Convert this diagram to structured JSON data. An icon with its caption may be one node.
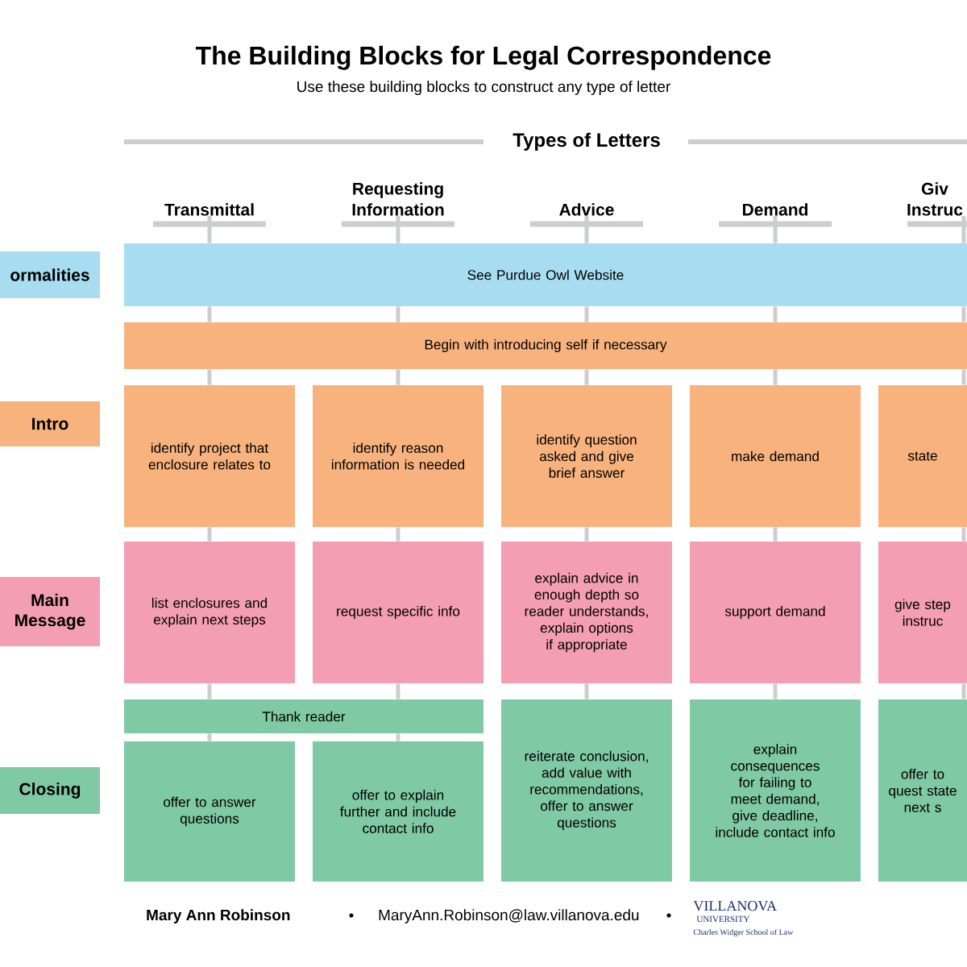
{
  "diagram": {
    "title": "The Building Blocks for Legal Correspondence",
    "nodes": [
      {
        "text": [
          "Transmittal"
        ]
      },
      {
        "text": [
          "Requesting Information"
        ]
      },
      {
        "text": [
          "Advice"
        ]
      },
      {
        "text": [
          "Demand"
        ]
      },
      {
        "text": [
          "Giv Instruc"
        ]
      },
      {
        "text": [
          "ormalities"
        ]
      },
      {
        "text": [
          "See Purdue Owl Website"
        ]
      },
      {
        "text": [
          "Begin with introducing self if necessary"
        ]
      },
      {
        "text": [
          "Intro"
        ]
      },
      {
        "text": [
          "identify project that enclosure relates to"
        ]
      },
      {
        "text": [
          "identify reason information is needed"
        ]
      },
      {
        "text": [
          "identify question asked and give brief answer"
        ]
      },
      {
        "text": [
          "make demand"
        ]
      },
      {
        "text": [
          "state"
        ]
      },
      {
        "text": [
          "Main Message"
        ]
      },
      {
        "text": [
          "list enclosures and explain next steps"
        ]
      },
      {
        "text": [
          "request specific info"
        ]
      },
      {
        "text": [
          "explain advice in enough depth so reader understands, explain options if appropriate"
        ]
      },
      {
        "text": [
          "support demand"
        ]
      },
      {
        "text": [
          "give step instruc"
        ]
      },
      {
        "text": [
          "Thank reader"
        ]
      },
      {
        "text": [
          "Closing"
        ]
      },
      {
        "text": [
          "offer to answer questions"
        ]
      },
      {
        "text": [
          "offer to explain further and include contact info"
        ]
      },
      {
        "text": [
          "reiterate conclusion, add value with recommendations, offer to answer questions"
        ]
      },
      {
        "text": [
          "explain consequences for failing to meet demand, give deadline, include contact info"
        ]
      },
      {
        "text": [
          "offer to quest state next s"
        ]
      }
    ],
    "edges": [
      {
        "from": 0,
        "to": 6,
        "arrow": "none"
      },
      {
        "from": 6,
        "to": 7,
        "arrow": "none"
      },
      {
        "from": 7,
        "to": 9,
        "arrow": "none"
      },
      {
        "from": 9,
        "to": 15,
        "arrow": "none"
      },
      {
        "from": 15,
        "to": 20,
        "arrow": "none"
      },
      {
        "from": 20,
        "to": 22,
        "arrow": "none"
      },
      {
        "from": 1,
        "to": 6,
        "arrow": "none"
      },
      {
        "from": 6,
        "to": 7,
        "arrow": "none"
      },
      {
        "from": 7,
        "to": 10,
        "arrow": "none"
      },
      {
        "from": 10,
        "to": 16,
        "arrow": "none"
      },
      {
        "from": 16,
        "to": 20,
        "arrow": "none"
      },
      {
        "from": 20,
        "to": 23,
        "arrow": "none"
      },
      {
        "from": 2,
        "to": 6,
        "arrow": "none"
      },
      {
        "from": 6,
        "to": 7,
        "arrow": "none"
      },
      {
        "from": 7,
        "to": 11,
        "arrow": "none"
      },
      {
        "from": 11,
        "to": 17,
        "arrow": "none"
      },
      {
        "from": 17,
        "to": 24,
        "arrow": "none"
      },
      {
        "from": 3,
        "to": 6,
        "arrow": "none"
      },
      {
        "from": 6,
        "to": 7,
        "arrow": "none"
      },
      {
        "from": 7,
        "to": 12,
        "arrow": "none"
      },
      {
        "from": 12,
        "to": 18,
        "arrow": "none"
      },
      {
        "from": 18,
        "to": 25,
        "arrow": "none"
      },
      {
        "from": 4,
        "to": 6,
        "arrow": "none"
      },
      {
        "from": 6,
        "to": 7,
        "arrow": "none"
      },
      {
        "from": 7,
        "to": 13,
        "arrow": "none"
      },
      {
        "from": 13,
        "to": 19,
        "arrow": "none"
      },
      {
        "from": 19,
        "to": 26,
        "arrow": "none"
      }
    ],
    "labels": [
      "Use these building blocks to construct any type of letter",
      "Types of Letters",
      "Mary Ann Robinson",
      "MaryAnn.Robinson@law.villanova.edu",
      "VILLANOVA",
      "UNIVERSITY",
      "Charles Widger School of Law"
    ]
  }
}
